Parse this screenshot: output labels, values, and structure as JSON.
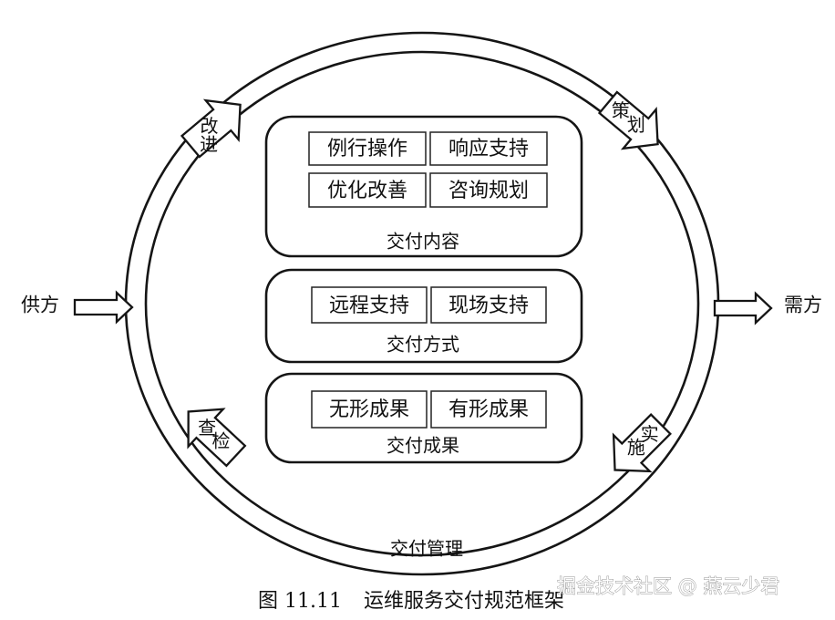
{
  "diagram": {
    "inner_panels": [
      {
        "title": "交付内容",
        "items": [
          "例行操作",
          "响应支持",
          "优化改善",
          "咨询规划"
        ]
      },
      {
        "title": "交付方式",
        "items": [
          "远程支持",
          "现场支持"
        ]
      },
      {
        "title": "交付成果",
        "items": [
          "无形成果",
          "有形成果"
        ]
      }
    ],
    "cycle": {
      "improve": "改进",
      "plan": "策划",
      "implement": "实施",
      "check": "检查"
    },
    "left_label": "供方",
    "right_label": "需方",
    "ring_label": "交付管理"
  },
  "caption": {
    "number": "图 11.11",
    "title": "运维服务交付规范框架"
  },
  "watermark": "掘金技术社区 @ 燕云少君"
}
